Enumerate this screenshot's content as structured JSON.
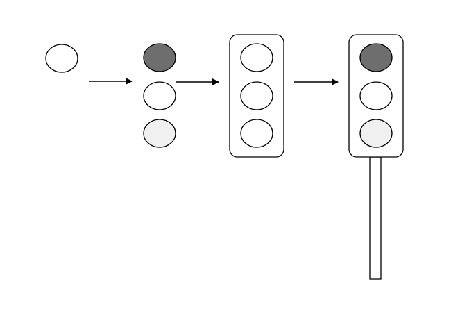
{
  "diagram": {
    "stages": [
      "single-lamp",
      "three-lamps",
      "lamps-in-housing",
      "traffic-light-on-pole"
    ],
    "colors": {
      "outline": "#000000",
      "lamp_off": "#ffffff",
      "lamp_dark": "#6e6e6e",
      "lamp_light": "#f0f0f0",
      "housing": "#ffffff",
      "pole": "#ffffff"
    }
  }
}
